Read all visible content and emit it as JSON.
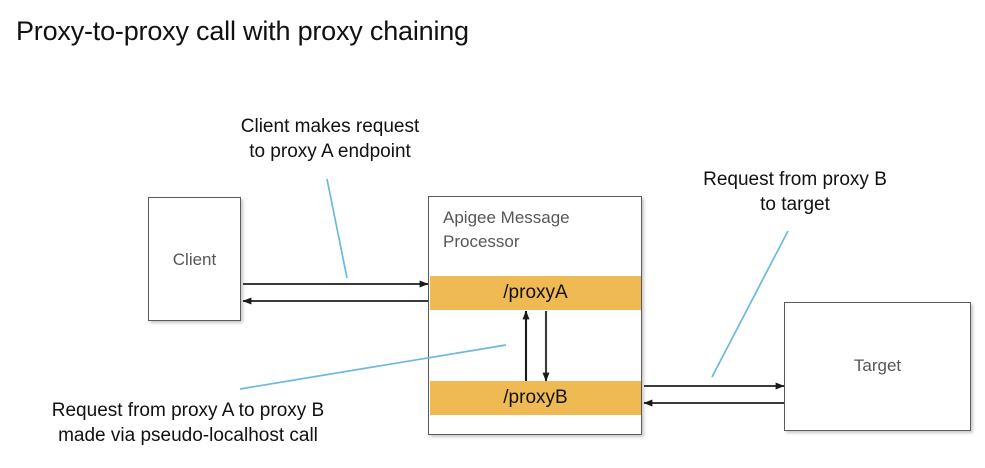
{
  "title": "Proxy-to-proxy call with proxy chaining",
  "colors": {
    "proxy_band": "#EFB954",
    "leader_line": "#6BB8E0",
    "box_border": "#5b5b5b",
    "node_text": "#575757",
    "arrow": "#1a1a1a",
    "background": "#ffffff"
  },
  "nodes": {
    "client": {
      "label": "Client"
    },
    "target": {
      "label": "Target"
    },
    "message_processor": {
      "label": "Apigee Message\nProcessor",
      "bands": [
        {
          "label": "/proxyA"
        },
        {
          "label": "/proxyB"
        }
      ]
    }
  },
  "callouts": {
    "client_request": "Client makes request\nto proxy A endpoint",
    "proxy_b_to_target": "Request from proxy B\nto target",
    "proxy_chaining": "Request from proxy A to proxy B\nmade via pseudo-localhost call"
  },
  "flows": [
    {
      "name": "client-to-proxya",
      "from": "Client",
      "to": "/proxyA",
      "direction": "right"
    },
    {
      "name": "proxya-to-client",
      "from": "/proxyA",
      "to": "Client",
      "direction": "left"
    },
    {
      "name": "proxya-to-proxyb",
      "from": "/proxyA",
      "to": "/proxyB",
      "direction": "down"
    },
    {
      "name": "proxyb-to-proxya",
      "from": "/proxyB",
      "to": "/proxyA",
      "direction": "up"
    },
    {
      "name": "proxyb-to-target",
      "from": "/proxyB",
      "to": "Target",
      "direction": "right"
    },
    {
      "name": "target-to-proxyb",
      "from": "Target",
      "to": "/proxyB",
      "direction": "left"
    }
  ]
}
